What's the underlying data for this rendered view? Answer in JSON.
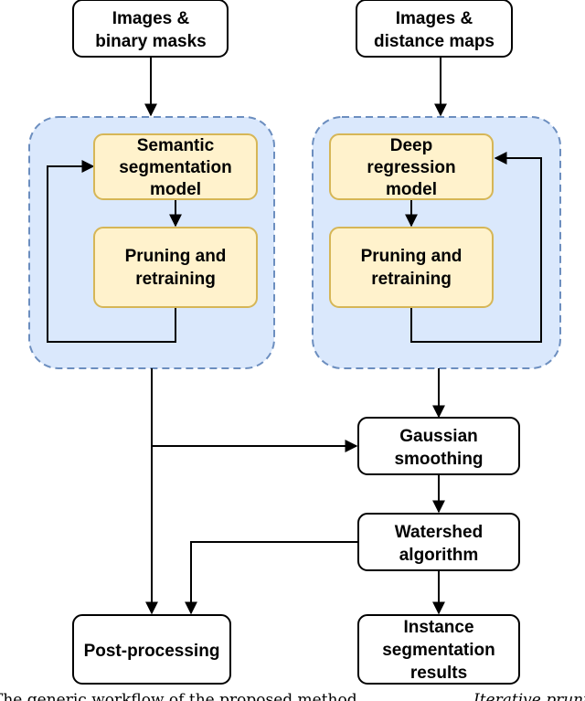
{
  "nodes": {
    "images_binary_masks": [
      "Images &",
      "binary masks"
    ],
    "images_distance_maps": [
      "Images &",
      "distance maps"
    ],
    "semantic_segmentation_model": [
      "Semantic",
      "segmentation",
      "model"
    ],
    "pruning_retraining_left": [
      "Pruning and",
      "retraining"
    ],
    "deep_regression_model": [
      "Deep",
      "regression",
      "model"
    ],
    "pruning_retraining_right": [
      "Pruning and",
      "retraining"
    ],
    "gaussian_smoothing": [
      "Gaussian",
      "smoothing"
    ],
    "watershed_algorithm": [
      "Watershed",
      "algorithm"
    ],
    "post_processing": [
      "Post-processing"
    ],
    "instance_segmentation_results": [
      "Instance",
      "segmentation",
      "results"
    ]
  },
  "caption": {
    "text": "The generic workflow of the proposed method.",
    "continuation": "Iterative pruning"
  },
  "colors": {
    "group_fill": "#dae8fc",
    "group_stroke": "#6c8ebf",
    "model_fill": "#fff2cc",
    "model_stroke": "#d6b656",
    "node_fill": "#ffffff",
    "node_stroke": "#000000",
    "edge": "#000000"
  }
}
